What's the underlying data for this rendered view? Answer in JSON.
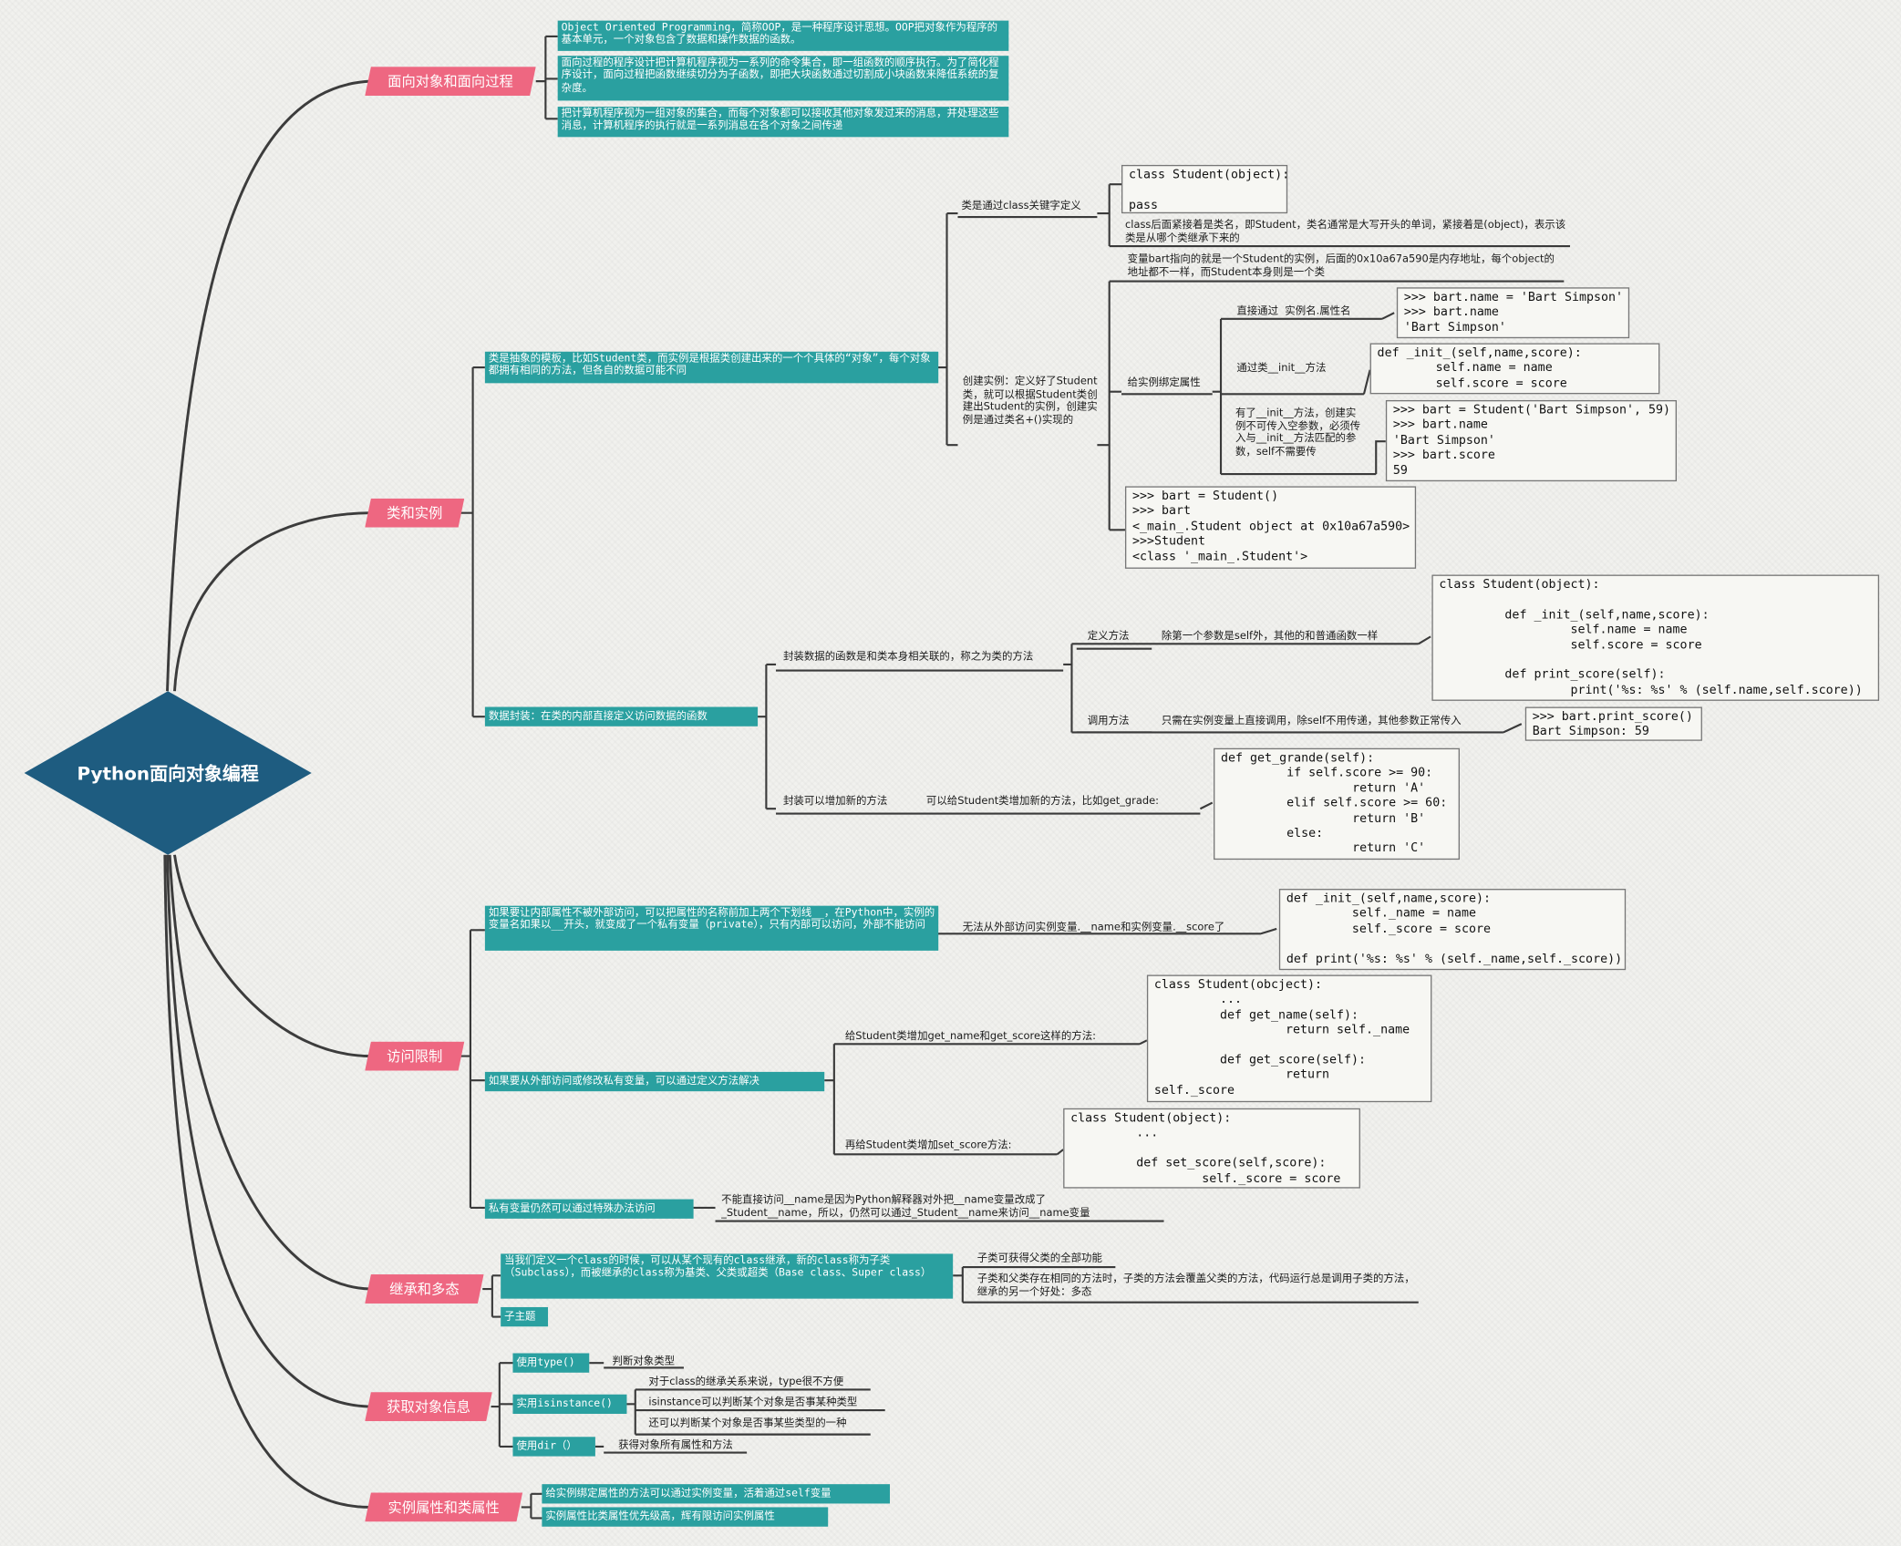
{
  "root": {
    "label": "Python面向对象编程"
  },
  "branches": {
    "oop": {
      "label": "面向对象和面向过程",
      "items": [
        "Object Oriented Programming，简称OOP，是一种程序设计思想。OOP把对象作为程序的基本单元，一个对象包含了数据和操作数据的函数。",
        "面向过程的程序设计把计算机程序视为一系列的命令集合，即一组函数的顺序执行。为了简化程序设计，面向过程把函数继续切分为子函数，即把大块函数通过切割成小块函数来降低系统的复杂度。",
        "把计算机程序视为一组对象的集合，而每个对象都可以接收其他对象发过来的消息，并处理这些消息，计算机程序的执行就是一系列消息在各个对象之间传递"
      ]
    },
    "class": {
      "label": "类和实例",
      "desc": "类是抽象的模板，比如Student类，而实例是根据类创建出来的一个个具体的“对象”，每个对象都拥有相同的方法，但各自的数据可能不同",
      "define": {
        "label": "类是通过class关键字定义",
        "code": "class Student(object):\n\npass",
        "note": "class后面紧接着是类名，即Student，类名通常是大写开头的单词，紧接着是(object)，表示该类是从哪个类继承下来的"
      },
      "create": {
        "label": "创建实例：定义好了Student类，就可以根据Student类创建出Student的实例，创建实例是通过类名+()实现的",
        "note": "变量bart指向的就是一个Student的实例，后面的0x10a67a590是内存地址，每个object的地址都不一样，而Student本身则是一个类",
        "bind": {
          "label": "给实例绑定属性",
          "direct": {
            "label": "直接通过  实例名.属性名",
            "code": ">>> bart.name = 'Bart Simpson'\n>>> bart.name\n'Bart Simpson'"
          },
          "init": {
            "label": "通过类__init__方法",
            "code": "def _init_(self,name,score):\n        self.name = name\n        self.score = score"
          },
          "after": {
            "label": "有了__init__方法，创建实例不可传入空参数，必须传入与__init__方法匹配的参数，self不需要传",
            "code": ">>> bart = Student('Bart Simpson', 59)\n>>> bart.name\n'Bart Simpson'\n>>> bart.score\n59"
          }
        },
        "code": ">>> bart = Student()\n>>> bart\n<_main_.Student object at 0x10a67a590>\n>>>Student\n<class '_main_.Student'>"
      },
      "encap": {
        "label": "数据封装：在类的内部直接定义访问数据的函数",
        "methods": {
          "label": "封装数据的函数是和类本身相关联的，称之为类的方法",
          "define": {
            "label": "定义方法",
            "note": "除第一个参数是self外，其他的和普通函数一样",
            "code": "class Student(object):\n\n         def _init_(self,name,score):\n                  self.name = name\n                  self.score = score\n\n         def print_score(self):\n                  print('%s: %s' % (self.name,self.score))"
          },
          "call": {
            "label": "调用方法",
            "note": "只需在实例变量上直接调用，除self不用传递，其他参数正常传入",
            "code": ">>> bart.print_score()\nBart Simpson: 59"
          }
        },
        "add": {
          "label": "封装可以增加新的方法",
          "note": "可以给Student类增加新的方法，比如get_grade:",
          "code": "def get_grande(self):\n         if self.score >= 90:\n                  return 'A'\n         elif self.score >= 60:\n                  return 'B'\n         else:\n                  return 'C'"
        }
      }
    },
    "access": {
      "label": "访问限制",
      "private": {
        "label": "如果要让内部属性不被外部访问，可以把属性的名称前加上两个下划线__，在Python中，实例的变量名如果以__开头，就变成了一个私有变量（private），只有内部可以访问，外部不能访问",
        "note": "无法从外部访问实例变量.__name和实例变量.__score了",
        "code": "def _init_(self,name,score):\n         self._name = name\n         self._score = score\n\ndef print('%s: %s' % (self._name,self._score))"
      },
      "getset": {
        "label": "如果要从外部访问或修改私有变量，可以通过定义方法解决",
        "get": {
          "label": "给Student类增加get_name和get_score这样的方法:",
          "code": "class Student(obcject):\n         ...\n         def get_name(self):\n                  return self._name\n\n         def get_score(self):\n                  return\nself._score"
        },
        "set": {
          "label": "再给Student类增加set_score方法:",
          "code": "class Student(object):\n         ...\n\n         def set_score(self,score):\n                  self._score = score"
        }
      },
      "special": {
        "label": "私有变量仍然可以通过特殊办法访问",
        "note": "不能直接访问__name是因为Python解释器对外把__name变量改成了_Student__name，所以，仍然可以通过_Student__name来访问__name变量"
      }
    },
    "inherit": {
      "label": "继承和多态",
      "desc": "当我们定义一个class的时候，可以从某个现有的class继承，新的class称为子类（Subclass），而被继承的class称为基类、父类或超类（Base class、Super class）",
      "notes": [
        "子类可获得父类的全部功能",
        "子类和父类存在相同的方法时，子类的方法会覆盖父类的方法，代码运行总是调用子类的方法，继承的另一个好处：多态"
      ],
      "sub": "子主题"
    },
    "info": {
      "label": "获取对象信息",
      "type": {
        "label": "使用type()",
        "note": "判断对象类型"
      },
      "isinstance": {
        "label": "实用isinstance()",
        "notes": [
          "对于class的继承关系来说，type很不方便",
          "isinstance可以判断某个对象是否事某种类型",
          "还可以判断某个对象是否事某些类型的一种"
        ]
      },
      "dir": {
        "label": "使用dir（）",
        "note": "获得对象所有属性和方法"
      }
    },
    "attr": {
      "label": "实例属性和类属性",
      "items": [
        "给实例绑定属性的方法可以通过实例变量，活着通过self变量",
        "实例属性比类属性优先级高，辉有限访问实例属性"
      ]
    }
  },
  "colors": {
    "root": "#1e5c80",
    "main": "#ee6781",
    "topic": "#2aa0a0",
    "line": "#3a3a3a"
  }
}
